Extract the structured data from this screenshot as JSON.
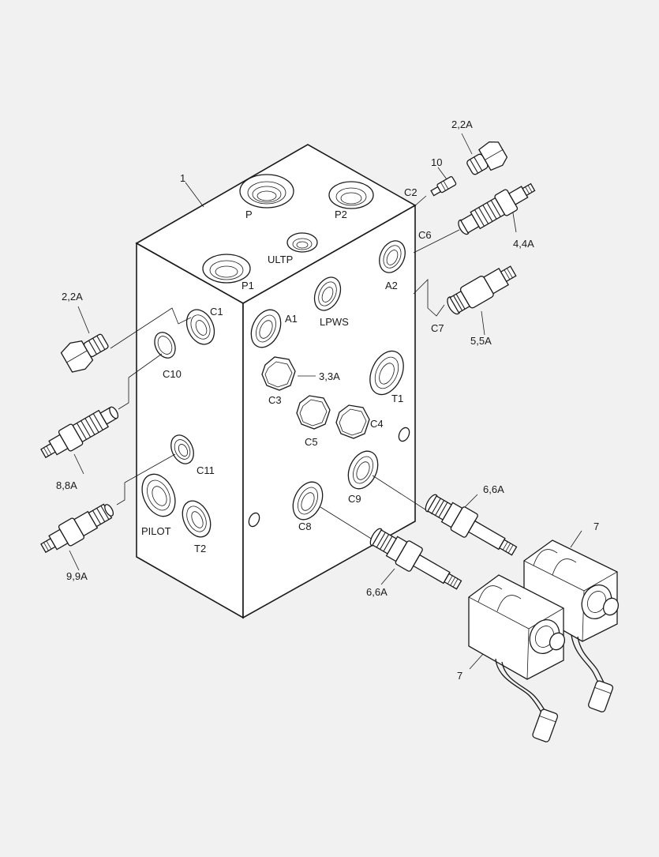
{
  "labels": {
    "block": "1",
    "p": "P",
    "p2": "P2",
    "ultp": "ULTP",
    "p1": "P1",
    "a2": "A2",
    "a1": "A1",
    "lpws": "LPWS",
    "c1": "C1",
    "c10": "C10",
    "c11": "C11",
    "c2": "C2",
    "c3": "C3",
    "c4": "C4",
    "c5": "C5",
    "c6": "C6",
    "c7": "C7",
    "c8": "C8",
    "c9": "C9",
    "t1": "T1",
    "t2": "T2",
    "pilot": "PILOT",
    "callout_10": "10",
    "callout_22a_top": "2,2A",
    "callout_22a_left": "2,2A",
    "callout_44a": "4,4A",
    "callout_55a": "5,5A",
    "callout_33a": "3,3A",
    "callout_88a": "8,8A",
    "callout_99a": "9,9A",
    "callout_66a_right": "6,6A",
    "callout_66a_bottom": "6,6A",
    "callout_7_top": "7",
    "callout_7_bottom": "7"
  }
}
